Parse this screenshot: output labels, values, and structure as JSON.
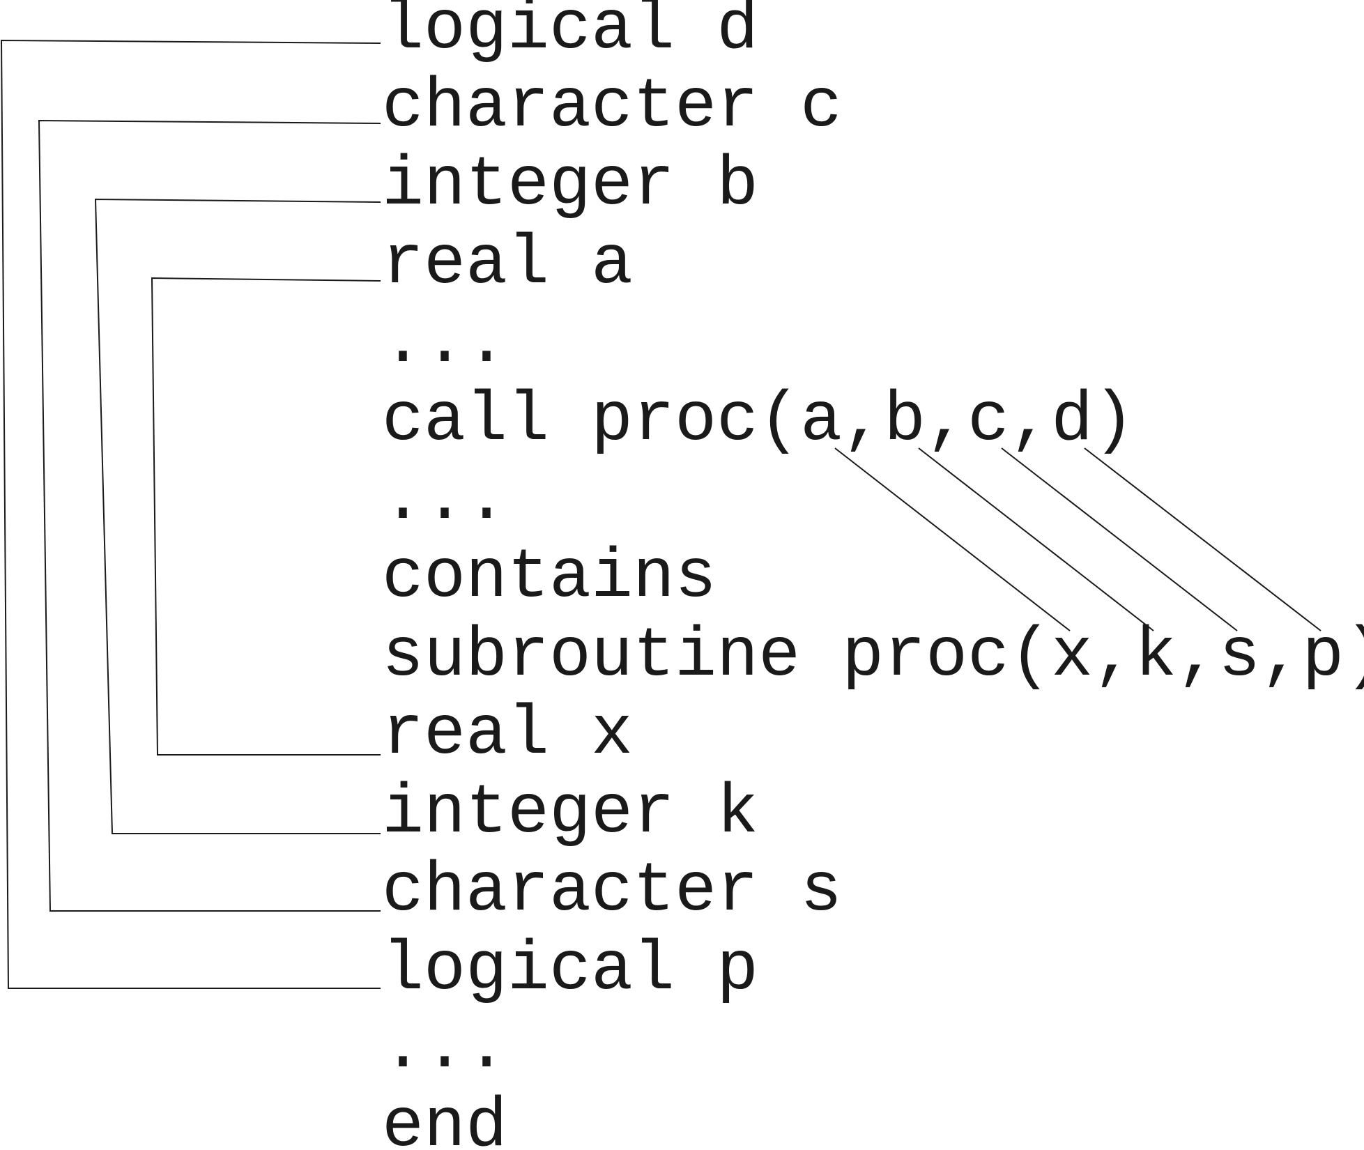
{
  "code_lines": [
    "logical d",
    "character c",
    "integer b",
    "real a",
    "...",
    "call proc(a,b,c,d)",
    "...",
    "contains",
    "subroutine proc(x,k,s,p)",
    "real x",
    "integer k",
    "character s",
    "logical p",
    "...",
    "end"
  ],
  "bracket_links": [
    {
      "outer": "logical d",
      "inner": "logical p"
    },
    {
      "outer": "character c",
      "inner": "character s"
    },
    {
      "outer": "integer b",
      "inner": "integer k"
    },
    {
      "outer": "real a",
      "inner": "real x"
    }
  ],
  "argument_links": [
    {
      "actual": "a",
      "dummy": "x"
    },
    {
      "actual": "b",
      "dummy": "k"
    },
    {
      "actual": "c",
      "dummy": "s"
    },
    {
      "actual": "d",
      "dummy": "p"
    }
  ]
}
